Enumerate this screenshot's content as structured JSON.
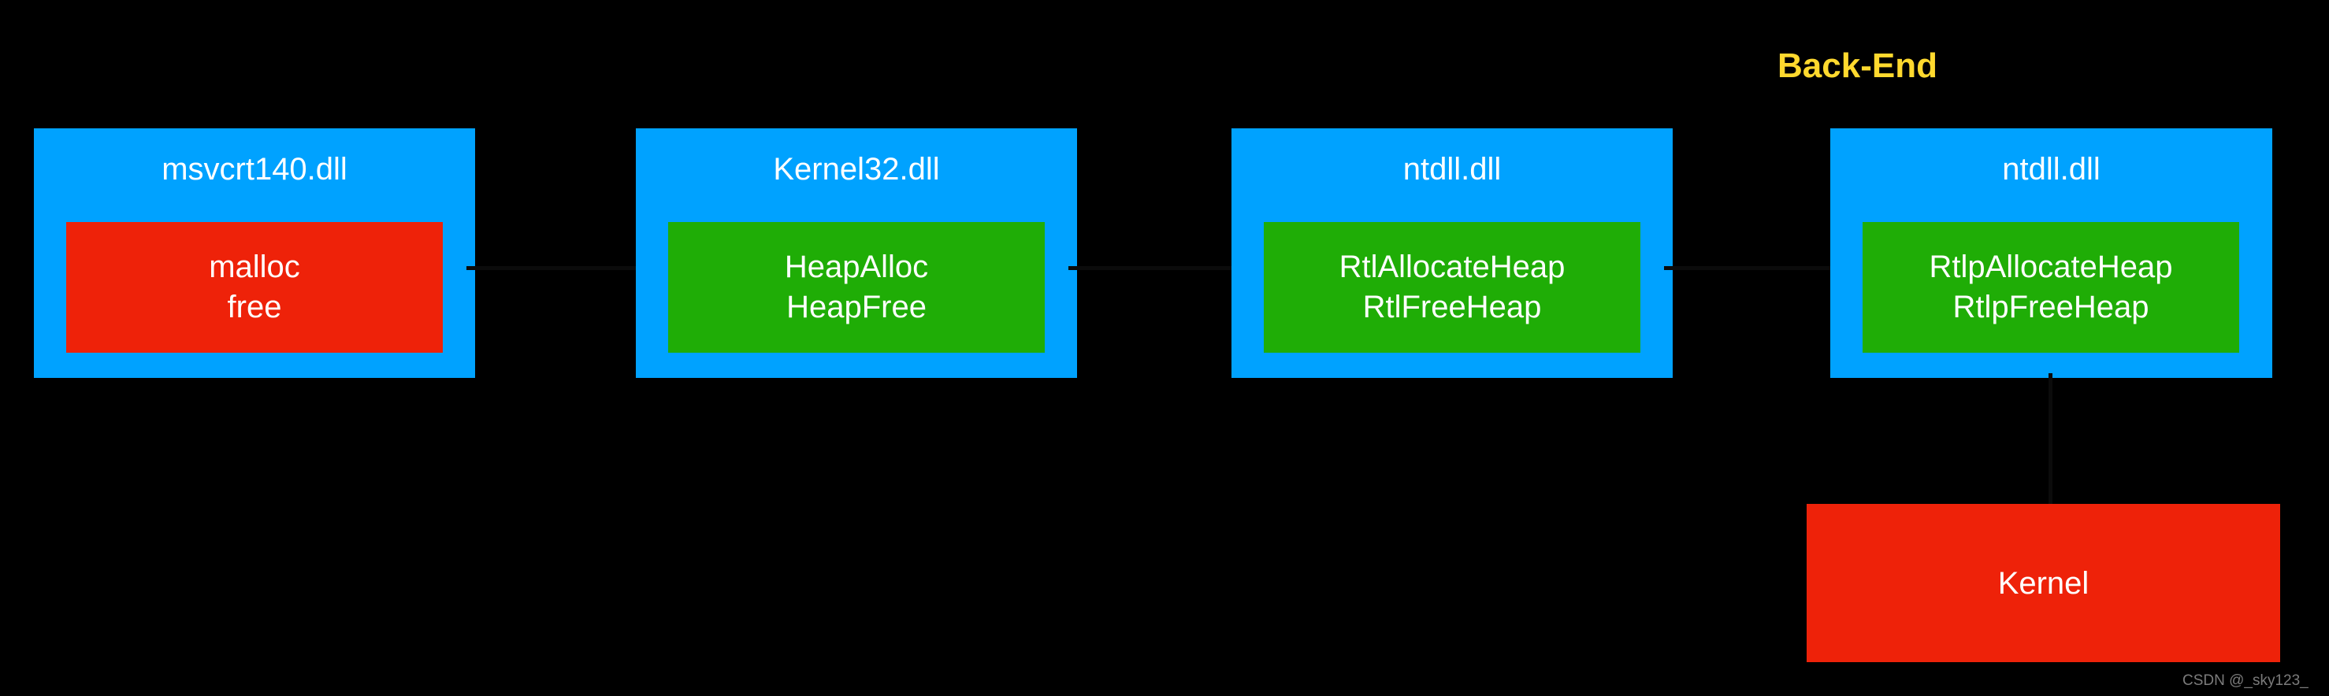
{
  "diagram": {
    "background_color": "#000000",
    "section_label": {
      "text": "Back-End",
      "color": "#ffd92e"
    },
    "modules": [
      {
        "title": "msvcrt140.dll",
        "box_color": "#00a2ff",
        "inner_color": "#ee2209",
        "inner_kind": "red",
        "functions": [
          "malloc",
          "free"
        ]
      },
      {
        "title": "Kernel32.dll",
        "box_color": "#00a2ff",
        "inner_color": "#1fad06",
        "inner_kind": "green",
        "functions": [
          "HeapAlloc",
          "HeapFree"
        ]
      },
      {
        "title": "ntdll.dll",
        "box_color": "#00a2ff",
        "inner_color": "#1fad06",
        "inner_kind": "green",
        "functions": [
          "RtlAllocateHeap",
          "RtlFreeHeap"
        ]
      },
      {
        "title": "ntdll.dll",
        "box_color": "#00a2ff",
        "inner_color": "#1fad06",
        "inner_kind": "green",
        "functions": [
          "RtlpAllocateHeap",
          "RtlpFreeHeap"
        ]
      }
    ],
    "kernel": {
      "label": "Kernel",
      "color": "#ee2209"
    },
    "watermark": {
      "text": "CSDN @_sky123_"
    }
  }
}
